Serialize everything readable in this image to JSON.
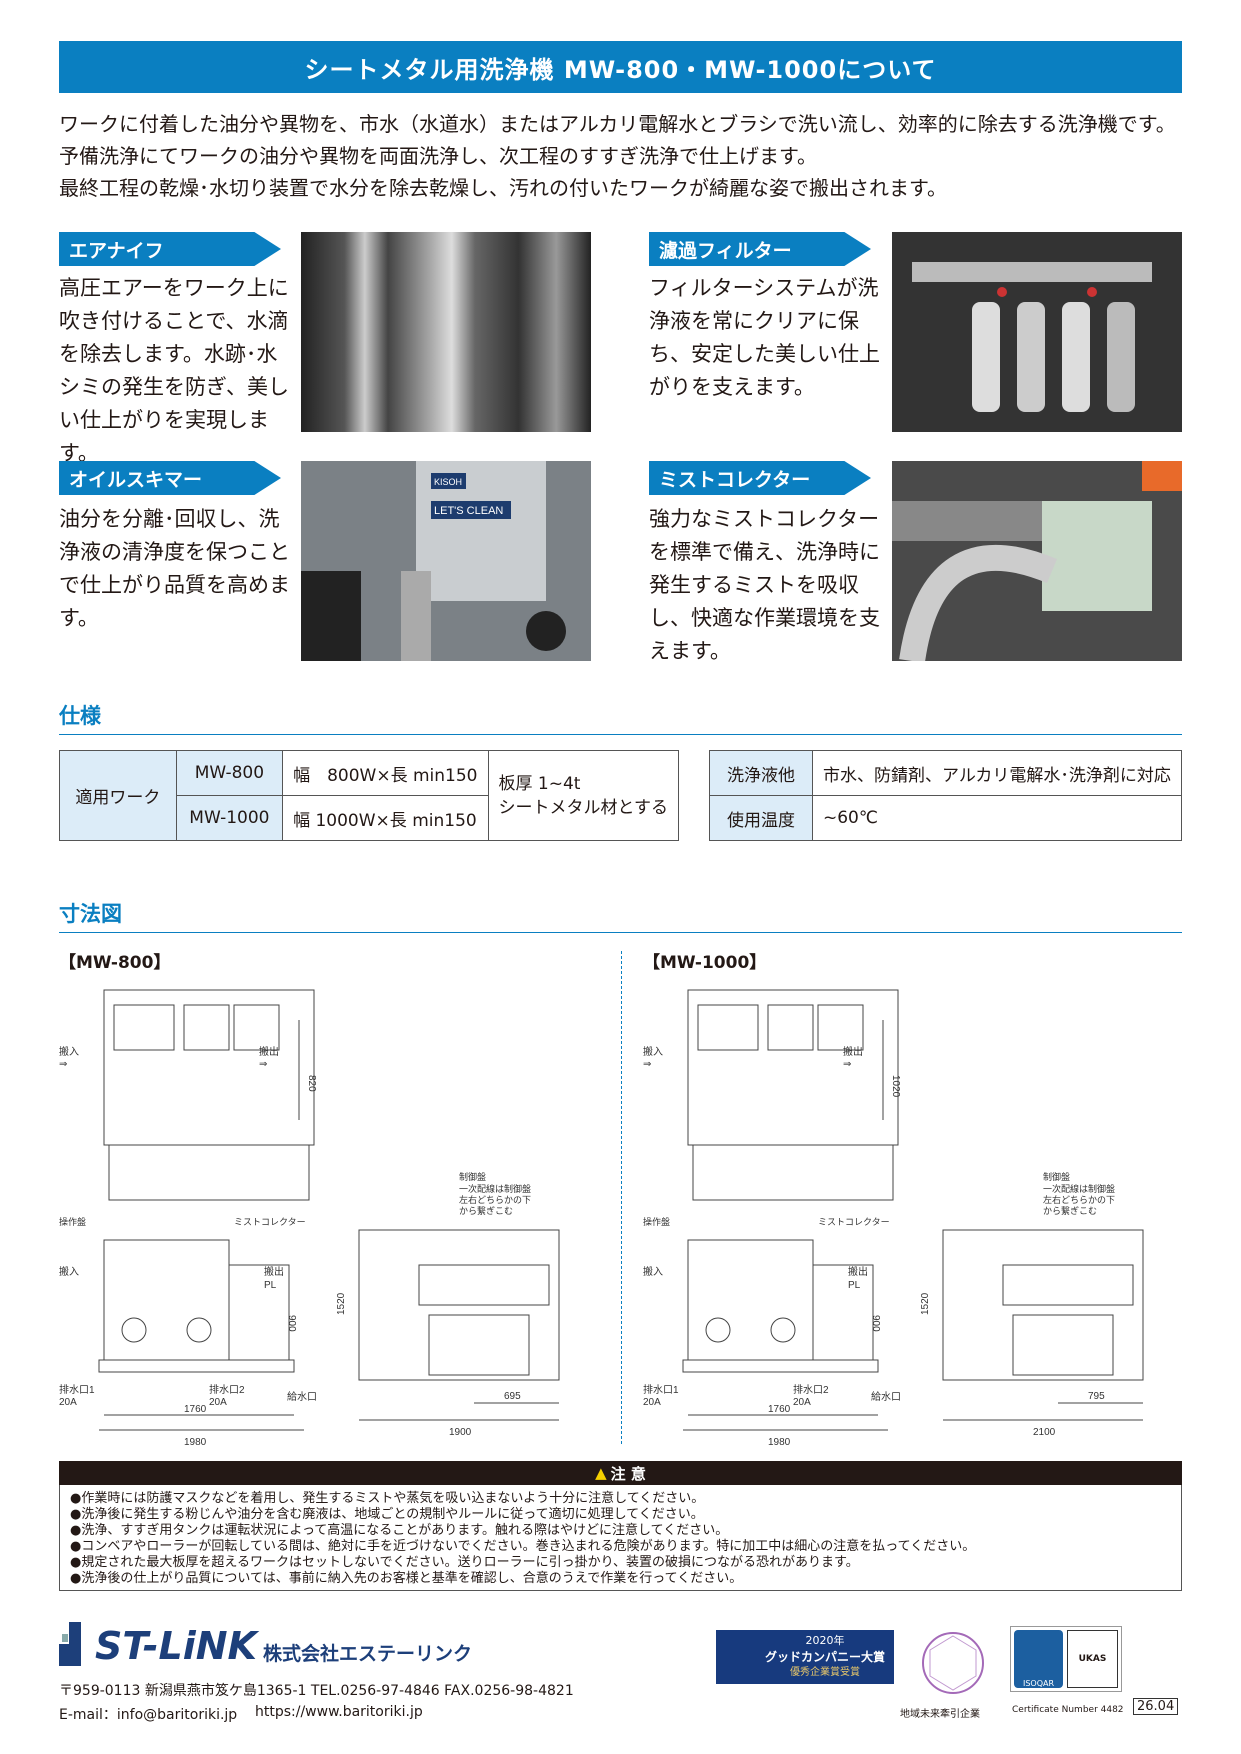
{
  "title": "シートメタル用洗浄機 MW-800・MW-1000について",
  "intro": [
    "ワークに付着した油分や異物を、市水（水道水）またはアルカリ電解水とブラシで洗い流し、効率的に除去する洗浄機です。",
    "予備洗浄にてワークの油分や異物を両面洗浄し、次工程のすすぎ洗浄で仕上げます。",
    "最終工程の乾燥･水切り装置で水分を除去乾燥し、汚れの付いたワークが綺麗な姿で搬出されます。"
  ],
  "features": [
    {
      "label": "エアナイフ",
      "text": "高圧エアーをワーク上に吹き付けることで、水滴を除去します。水跡･水シミの発生を防ぎ、美しい仕上がりを実現します。"
    },
    {
      "label": "濾過フィルター",
      "text": "フィルターシステムが洗浄液を常にクリアに保ち、安定した美しい仕上がりを支えます。"
    },
    {
      "label": "オイルスキマー",
      "text": "油分を分離･回収し、洗浄液の清浄度を保つことで仕上がり品質を高めます。",
      "photo_text": [
        "KISOH",
        "LET'S CLEAN"
      ]
    },
    {
      "label": "ミストコレクター",
      "text": "強力なミストコレクターを標準で備え、洗浄時に発生するミストを吸収し、快適な作業環境を支えます。"
    }
  ],
  "spec": {
    "heading": "仕様",
    "work_label": "適用ワーク",
    "models": [
      {
        "model": "MW-800",
        "size": "幅　800W×長 min150"
      },
      {
        "model": "MW-1000",
        "size": "幅 1000W×長 min150"
      }
    ],
    "thickness": [
      "板厚 1~4t",
      "シートメタル材とする"
    ],
    "other": [
      {
        "label": "洗浄液他",
        "value": "市水、防錆剤、アルカリ電解水･洗浄剤に対応"
      },
      {
        "label": "使用温度",
        "value": "~60℃"
      }
    ]
  },
  "dims": {
    "heading": "寸法図",
    "drawings": [
      {
        "label": "【MW-800】",
        "top_h": "820",
        "in": "搬入",
        "out": "搬出",
        "panel": "操作盤",
        "mist": "ミストコレクター",
        "pl": "PL",
        "pl_h": "900",
        "drain1": [
          "排水口1",
          "20A"
        ],
        "drain2": [
          "排水口2",
          "20A"
        ],
        "supply": "給水口",
        "inner_w": "1760",
        "outer_w": "1980",
        "side_h": "1520",
        "side_w": "1900",
        "side_d": "695",
        "ctrl": "制御盤",
        "ctrl_note": [
          "一次配線は制御盤",
          "左右どちらかの下",
          "から繋ぎこむ"
        ]
      },
      {
        "label": "【MW-1000】",
        "top_h": "1020",
        "in": "搬入",
        "out": "搬出",
        "panel": "操作盤",
        "mist": "ミストコレクター",
        "pl": "PL",
        "pl_h": "900",
        "drain1": [
          "排水口1",
          "20A"
        ],
        "drain2": [
          "排水口2",
          "20A"
        ],
        "supply": "給水口",
        "inner_w": "1760",
        "outer_w": "1980",
        "side_h": "1520",
        "side_w": "2100",
        "side_d": "795",
        "ctrl": "制御盤",
        "ctrl_note": [
          "一次配線は制御盤",
          "左右どちらかの下",
          "から繋ぎこむ"
        ]
      }
    ]
  },
  "caution": {
    "title": "注 意",
    "items": [
      "●作業時には防護マスクなどを着用し、発生するミストや蒸気を吸い込まないよう十分に注意してください。",
      "●洗浄後に発生する粉じんや油分を含む廃液は、地域ごとの規制やルールに従って適切に処理してください。",
      "●洗浄、すすぎ用タンクは運転状況によって高温になることがあります。触れる際はやけどに注意してください。",
      "●コンベアやローラーが回転している間は、絶対に手を近づけないでください。巻き込まれる危険があります。特に加工中は細心の注意を払ってください。",
      "●規定された最大板厚を超えるワークはセットしないでください。送りローラーに引っ掛かり、装置の破損につながる恐れがあります。",
      "●洗浄後の仕上がり品質については、事前に納入先のお客様と基準を確認し、合意のうえで作業を行ってください。"
    ]
  },
  "footer": {
    "logo": "ST-LiNK",
    "company": "株式会社エステーリンク",
    "address": "〒959-0113 新潟県燕市笈ケ島1365-1  TEL.0256-97-4846  FAX.0256-98-4821",
    "email": "E-mail：info@baritoriki.jp",
    "url": "https://www.baritoriki.jp",
    "award": [
      "2020年",
      "グッドカンパニー大賞",
      "優秀企業賞受賞"
    ],
    "regional": "地域未来牽引企業",
    "cert": "Certificate Number 4482",
    "cert_logos": [
      "ISOQAR",
      "UKAS"
    ],
    "version": "26.04"
  },
  "colors": {
    "accent": "#0a7fc1",
    "header_bg": "#dcecf8",
    "caution_bg": "#231815"
  }
}
